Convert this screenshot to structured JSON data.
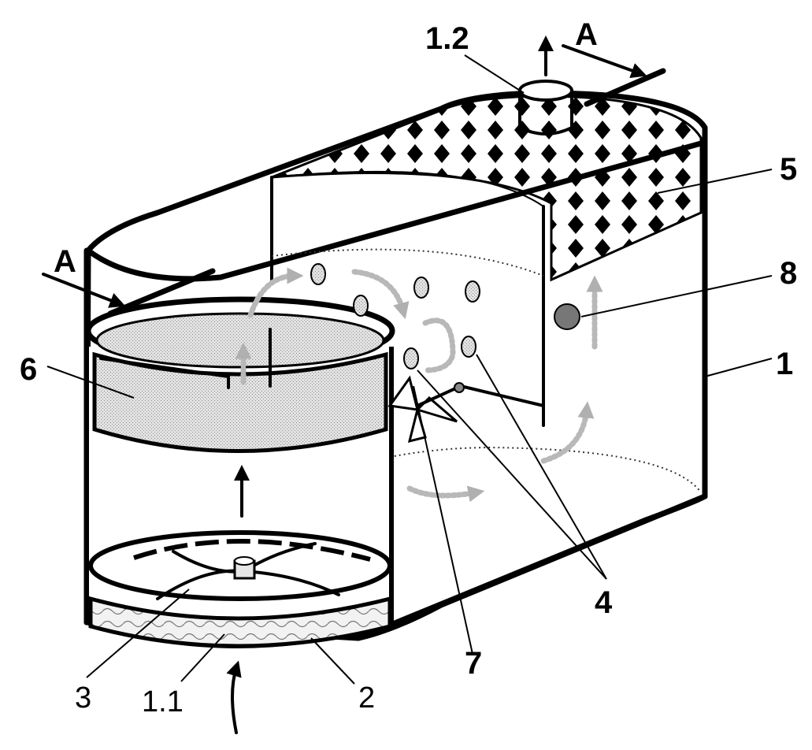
{
  "labels": {
    "housing": "1",
    "inlet": "1.1",
    "outlet": "1.2",
    "bottom_layer": "2",
    "impeller": "3",
    "nozzles": "4",
    "filter_block": "5",
    "cartridge": "6",
    "fan": "7",
    "sensor": "8",
    "section_left": "A",
    "section_right": "A"
  }
}
